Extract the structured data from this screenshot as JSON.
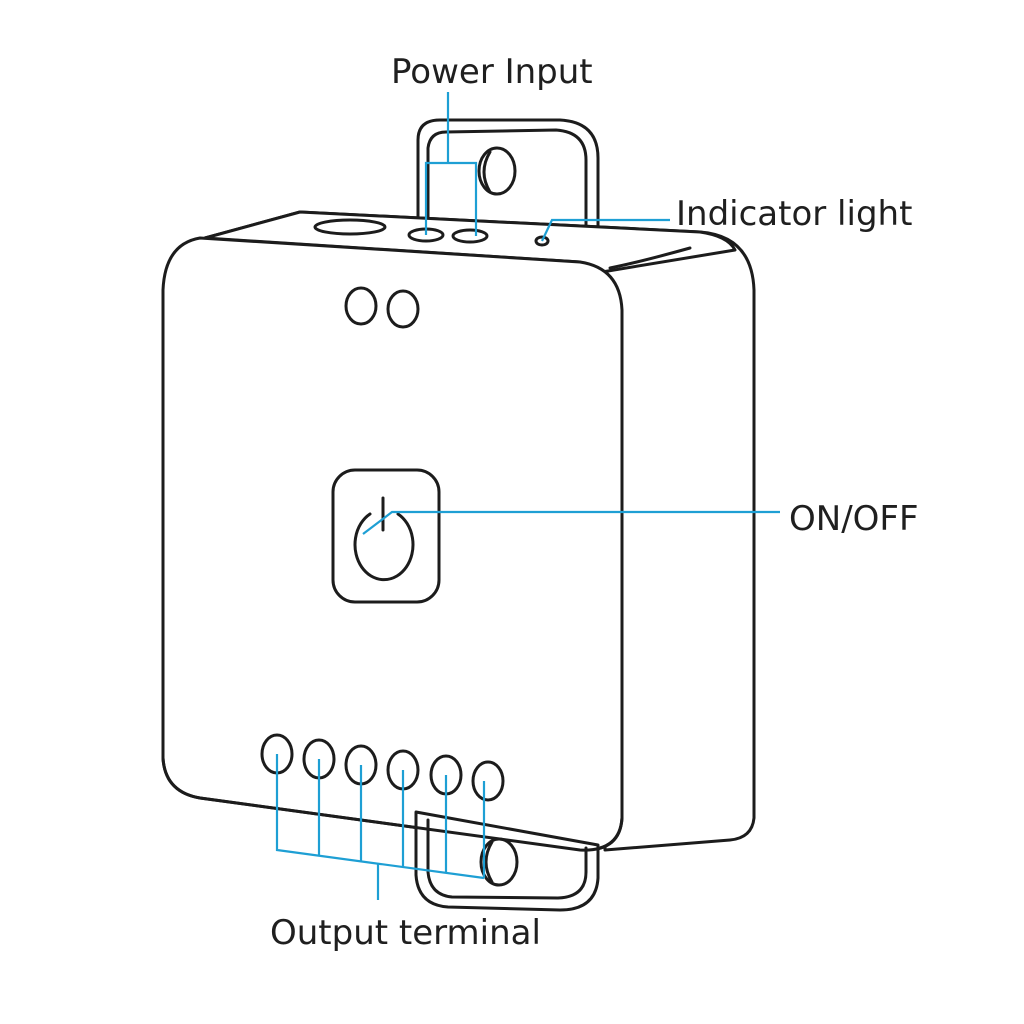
{
  "labels": {
    "power_input": "Power Input",
    "indicator_light": "Indicator light",
    "on_off": "ON/OFF",
    "output_terminal": "Output terminal"
  },
  "colors": {
    "callout_line": "#1e9fd4",
    "outline": "#1c1c1c",
    "text": "#1f1f1f"
  },
  "icons": {
    "power_button": "power-icon"
  }
}
